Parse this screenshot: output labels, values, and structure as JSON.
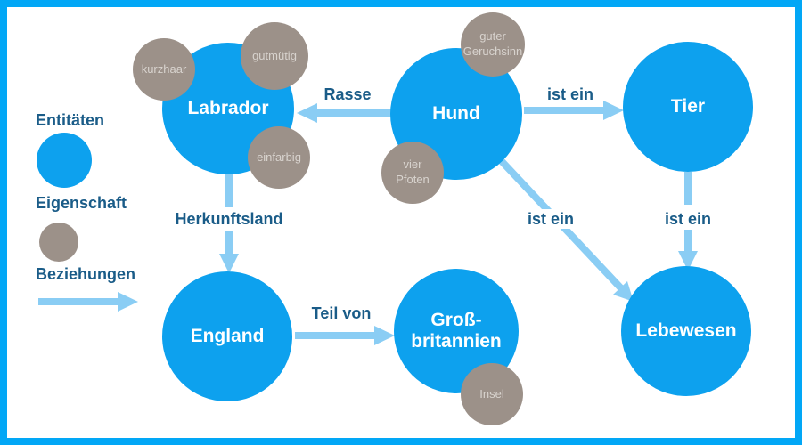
{
  "legend": {
    "entities_label": "Entitäten",
    "property_label": "Eigenschaft",
    "relations_label": "Beziehungen"
  },
  "entities": [
    {
      "id": "labrador",
      "label": "Labrador"
    },
    {
      "id": "hund",
      "label": "Hund"
    },
    {
      "id": "tier",
      "label": "Tier"
    },
    {
      "id": "england",
      "label": "England"
    },
    {
      "id": "grossbritannien",
      "line1": "Groß-",
      "line2": "britannien"
    },
    {
      "id": "lebewesen",
      "label": "Lebewesen"
    }
  ],
  "properties": [
    {
      "id": "kurzhaar",
      "label": "kurzhaar",
      "of": "Labrador"
    },
    {
      "id": "gutmuetig",
      "label": "gutmütig",
      "of": "Labrador"
    },
    {
      "id": "einfarbig",
      "label": "einfarbig",
      "of": "Labrador"
    },
    {
      "id": "guter-geruchsinn",
      "label": "guter Geruchsinn",
      "of": "Hund"
    },
    {
      "id": "vier-pfoten",
      "label": "vier Pfoten",
      "of": "Hund"
    },
    {
      "id": "insel",
      "label": "Insel",
      "of": "Großbritannien"
    }
  ],
  "relations": [
    {
      "label": "Rasse",
      "from": "Hund",
      "to": "Labrador",
      "direction": "left"
    },
    {
      "label": "ist ein",
      "from": "Hund",
      "to": "Tier",
      "direction": "right"
    },
    {
      "label": "Herkunftsland",
      "from": "Labrador",
      "to": "England",
      "direction": "down"
    },
    {
      "label": "ist ein",
      "from": "Hund",
      "to": "Lebewesen",
      "direction": "down-right"
    },
    {
      "label": "ist ein",
      "from": "Tier",
      "to": "Lebewesen",
      "direction": "down"
    },
    {
      "label": "Teil von",
      "from": "England",
      "to": "Großbritannien",
      "direction": "right"
    }
  ],
  "colors": {
    "entity_blue": "#0da1ee",
    "property_gray": "#9c9189",
    "arrow_blue": "#8acdf4",
    "label_navy": "#1a5c88",
    "frame_blue": "#02a7f6",
    "background": "#ffffff"
  }
}
